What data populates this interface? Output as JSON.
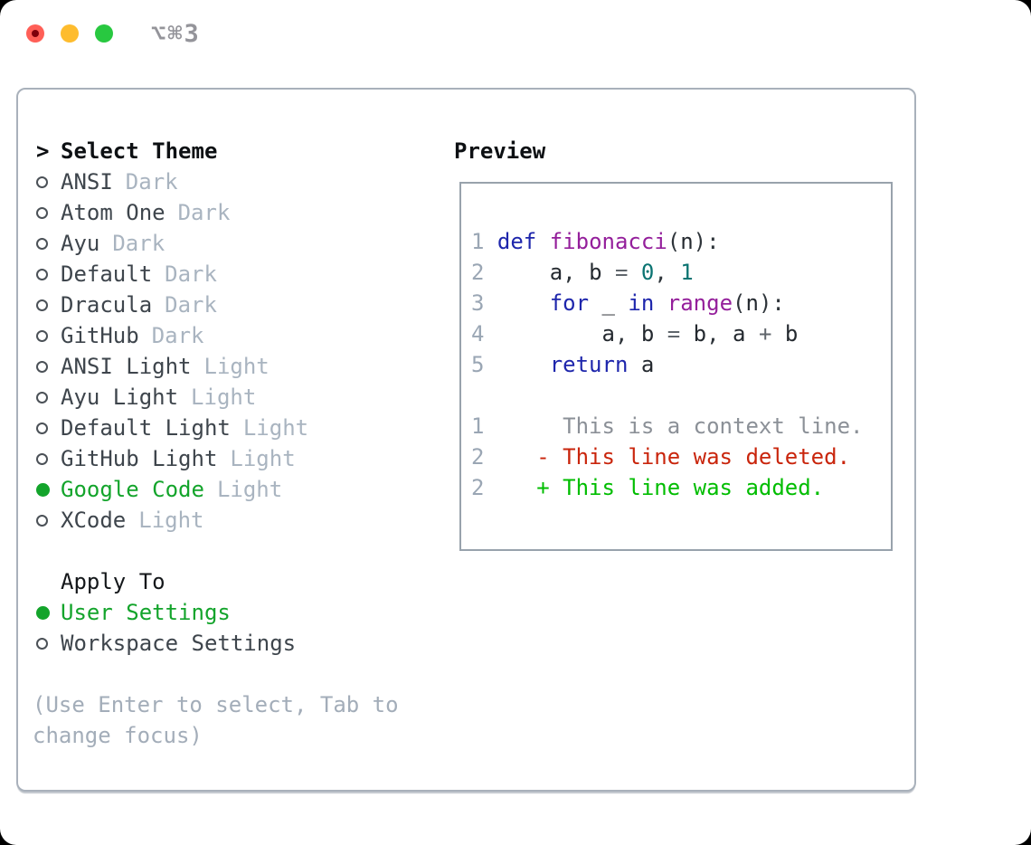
{
  "titlebar": {
    "shortcut": "⌥⌘3"
  },
  "window": {
    "theme_menu": {
      "prompt": ">",
      "header": "Select Theme",
      "items": [
        {
          "name": "ANSI",
          "variant": "Dark",
          "selected": false
        },
        {
          "name": "Atom One",
          "variant": "Dark",
          "selected": false
        },
        {
          "name": "Ayu",
          "variant": "Dark",
          "selected": false
        },
        {
          "name": "Default",
          "variant": "Dark",
          "selected": false
        },
        {
          "name": "Dracula",
          "variant": "Dark",
          "selected": false
        },
        {
          "name": "GitHub",
          "variant": "Dark",
          "selected": false
        },
        {
          "name": "ANSI Light",
          "variant": "Light",
          "selected": false
        },
        {
          "name": "Ayu Light",
          "variant": "Light",
          "selected": false
        },
        {
          "name": "Default Light",
          "variant": "Light",
          "selected": false
        },
        {
          "name": "GitHub Light",
          "variant": "Light",
          "selected": false
        },
        {
          "name": "Google Code",
          "variant": "Light",
          "selected": true
        },
        {
          "name": "XCode",
          "variant": "Light",
          "selected": false
        }
      ],
      "apply_header": "Apply To",
      "apply_items": [
        {
          "name": "User Settings",
          "selected": true
        },
        {
          "name": "Workspace Settings",
          "selected": false
        }
      ],
      "hint_lines": [
        "(Use Enter to select, Tab to",
        "change focus)"
      ]
    },
    "preview": {
      "title": "Preview",
      "lines": [
        {
          "tokens": [
            {
              "t": "1",
              "c": "num"
            },
            {
              "t": " ",
              "c": "pln"
            },
            {
              "t": "def",
              "c": "kwd"
            },
            {
              "t": " ",
              "c": "pln"
            },
            {
              "t": "fibonacci",
              "c": "fn"
            },
            {
              "t": "(",
              "c": "pun"
            },
            {
              "t": "n",
              "c": "idt"
            },
            {
              "t": "):",
              "c": "pun"
            }
          ]
        },
        {
          "tokens": [
            {
              "t": "2",
              "c": "num"
            },
            {
              "t": "     ",
              "c": "pln"
            },
            {
              "t": "a",
              "c": "idt"
            },
            {
              "t": ",",
              "c": "pun"
            },
            {
              "t": " ",
              "c": "pln"
            },
            {
              "t": "b",
              "c": "idt"
            },
            {
              "t": " ",
              "c": "pln"
            },
            {
              "t": "=",
              "c": "op"
            },
            {
              "t": " ",
              "c": "pln"
            },
            {
              "t": "0",
              "c": "lit"
            },
            {
              "t": ",",
              "c": "pun"
            },
            {
              "t": " ",
              "c": "pln"
            },
            {
              "t": "1",
              "c": "lit"
            }
          ]
        },
        {
          "tokens": [
            {
              "t": "3",
              "c": "num"
            },
            {
              "t": "     ",
              "c": "pln"
            },
            {
              "t": "for",
              "c": "kwd"
            },
            {
              "t": " ",
              "c": "pln"
            },
            {
              "t": "_",
              "c": "idt"
            },
            {
              "t": " ",
              "c": "pln"
            },
            {
              "t": "in",
              "c": "kwd"
            },
            {
              "t": " ",
              "c": "pln"
            },
            {
              "t": "range",
              "c": "fn"
            },
            {
              "t": "(",
              "c": "pun"
            },
            {
              "t": "n",
              "c": "idt"
            },
            {
              "t": "):",
              "c": "pun"
            }
          ]
        },
        {
          "tokens": [
            {
              "t": "4",
              "c": "num"
            },
            {
              "t": "         ",
              "c": "pln"
            },
            {
              "t": "a",
              "c": "idt"
            },
            {
              "t": ",",
              "c": "pun"
            },
            {
              "t": " ",
              "c": "pln"
            },
            {
              "t": "b",
              "c": "idt"
            },
            {
              "t": " ",
              "c": "pln"
            },
            {
              "t": "=",
              "c": "op"
            },
            {
              "t": " ",
              "c": "pln"
            },
            {
              "t": "b",
              "c": "idt"
            },
            {
              "t": ",",
              "c": "pun"
            },
            {
              "t": " ",
              "c": "pln"
            },
            {
              "t": "a",
              "c": "idt"
            },
            {
              "t": " ",
              "c": "pln"
            },
            {
              "t": "+",
              "c": "op"
            },
            {
              "t": " ",
              "c": "pln"
            },
            {
              "t": "b",
              "c": "idt"
            }
          ]
        },
        {
          "tokens": [
            {
              "t": "5",
              "c": "num"
            },
            {
              "t": "     ",
              "c": "pln"
            },
            {
              "t": "return",
              "c": "kwd"
            },
            {
              "t": " ",
              "c": "pln"
            },
            {
              "t": "a",
              "c": "idt"
            }
          ]
        },
        {
          "tokens": []
        },
        {
          "tokens": [
            {
              "t": "1",
              "c": "num"
            },
            {
              "t": "      ",
              "c": "pln"
            },
            {
              "t": "This is a context line.",
              "c": "ctx"
            }
          ]
        },
        {
          "tokens": [
            {
              "t": "2",
              "c": "num"
            },
            {
              "t": "    ",
              "c": "pln"
            },
            {
              "t": "- This line was deleted.",
              "c": "del"
            }
          ]
        },
        {
          "tokens": [
            {
              "t": "2",
              "c": "num"
            },
            {
              "t": "    ",
              "c": "pln"
            },
            {
              "t": "+ This line was added.",
              "c": "add"
            }
          ]
        }
      ]
    }
  },
  "colors": {
    "selected_green": "#13a42b",
    "window_border": "#a9b1bb",
    "preview_border": "#98a2ac",
    "traffic_red": "#ff5f57",
    "traffic_red_dot": "#7e000b",
    "traffic_yellow": "#febc2e",
    "traffic_green": "#28c840",
    "token": {
      "num": "#9aa6b4",
      "kwd": "#1e26ac",
      "fn": "#941f9b",
      "lit": "#0b7472",
      "idt": "#24292f",
      "pun": "#2e343a",
      "op": "#60666c",
      "ctx": "#8b9097",
      "del": "#c9250c",
      "add": "#00bd00",
      "pln": "#24292f"
    }
  }
}
